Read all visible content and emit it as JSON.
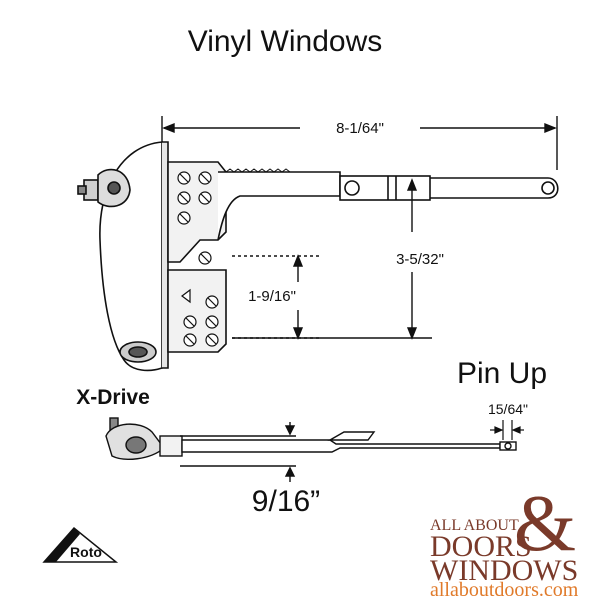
{
  "title": "Vinyl Windows",
  "dimensions": {
    "overall_length": "8-1/64\"",
    "arm_height": "3-5/32\"",
    "mount_height": "1-9/16\"",
    "pin_offset": "15/64\"",
    "profile_height": "9/16”"
  },
  "labels": {
    "drive_type": "X-Drive",
    "pin_orientation": "Pin Up"
  },
  "branding": {
    "roto": "Roto",
    "store_line1": "ALL ABOUT",
    "store_line2": "DOORS",
    "store_amp": "&",
    "store_line3": "WINDOWS",
    "store_url": "allaboutdoors.com",
    "brand_color": "#7a3a2a",
    "url_color": "#e07a2a"
  }
}
